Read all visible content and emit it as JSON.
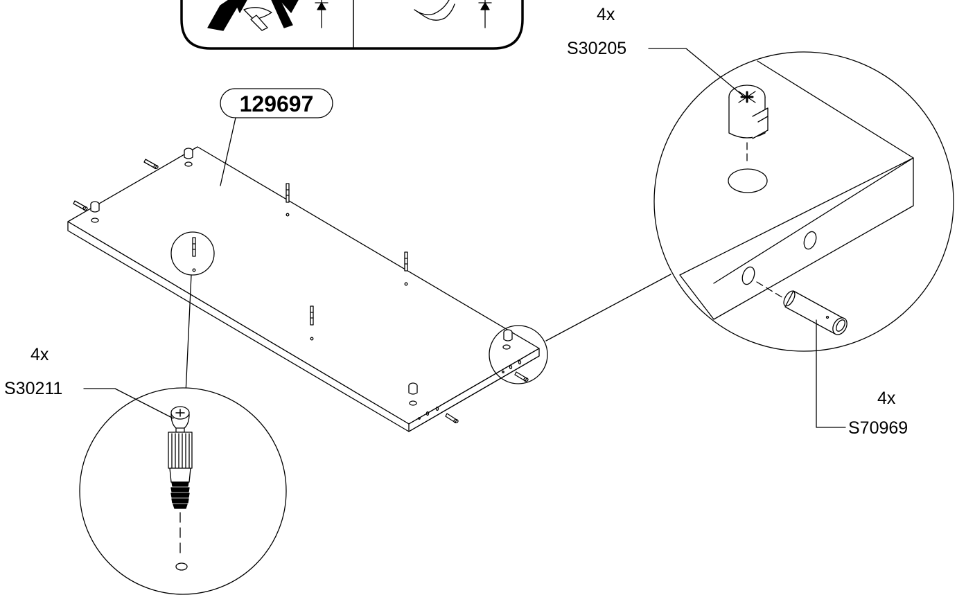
{
  "panel_part_number": "129697",
  "callouts": {
    "cam_lock": {
      "quantity": "4x",
      "part_code": "S30205"
    },
    "cam_bolt": {
      "quantity": "4x",
      "part_code": "S30211"
    },
    "dowel": {
      "quantity": "4x",
      "part_code": "S70969"
    }
  }
}
